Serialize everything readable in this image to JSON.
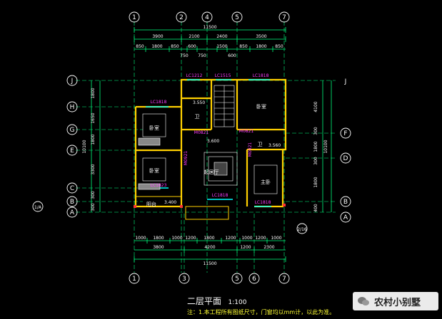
{
  "title": "二层平面",
  "scale": "1:100",
  "note": "注：1.本工程所有图纸尺寸，门窗均以mm计，以此为准。",
  "watermark": "农村小别墅",
  "axes_top": [
    "1",
    "2",
    "4",
    "5",
    "7"
  ],
  "axes_bottom": [
    "1",
    "3",
    "5",
    "6",
    "7"
  ],
  "axes_left": [
    "J",
    "H",
    "G",
    "E",
    "C",
    "B",
    "A"
  ],
  "axes_right": [
    "J",
    "F",
    "D",
    "B",
    "A"
  ],
  "axis_half_left": "1/A",
  "axis_half_bottom": "2/16",
  "dims_top_total": "11500",
  "dims_top_mid": [
    "3900",
    "2100",
    "2400",
    "3500"
  ],
  "dims_top_detail": [
    "850",
    "1800",
    "850",
    "750",
    "600",
    "750",
    "1500",
    "600",
    "850",
    "1800",
    "850"
  ],
  "dims_bottom_detail": [
    "1000",
    "1800",
    "1000",
    "1200",
    "1800",
    "1200",
    "1000",
    "1200",
    "1000"
  ],
  "dims_bottom_mid": [
    "3800",
    "4200",
    "1200",
    "2300"
  ],
  "dims_bottom_total": "11500",
  "dims_left_a": [
    "1800",
    "1650",
    "1800",
    "3300",
    "300",
    "300"
  ],
  "dims_left_total": "10100",
  "dims_right_a": [
    "4100",
    "300",
    "1800",
    "300",
    "1800",
    "400"
  ],
  "dims_right_total": "10100",
  "room_labels": {
    "bedroom_nw": "卧室",
    "bedroom_w": "卧室",
    "bedroom_ne": "卧室",
    "living": "起居厅",
    "master": "主卧",
    "wc1": "卫",
    "wc2": "卫",
    "balcony": "阳台"
  },
  "window_labels": [
    "LC1212",
    "LC1515",
    "LC1818",
    "LC1818",
    "LC1823",
    "LC1818",
    "LC1818"
  ],
  "door_labels": [
    "M0821",
    "M0921",
    "M0921",
    "M0821"
  ],
  "elevations": [
    "3.550",
    "3.600",
    "3.560",
    "3.400"
  ],
  "colors": {
    "background": "#000000",
    "dim": "#00ff7f",
    "axis": "#ffffff",
    "wall": "#ffd000",
    "window": "#00ffff",
    "label": "#ff3cff",
    "text": "#ffffff"
  }
}
